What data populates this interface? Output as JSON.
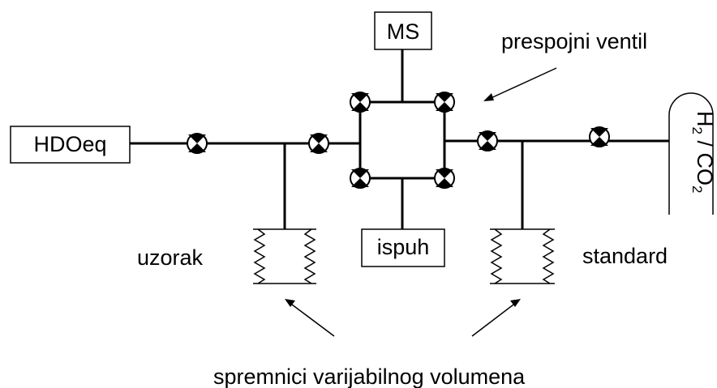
{
  "boxes": {
    "hdo": "HDOeq",
    "ms": "MS",
    "ispuh": "ispuh"
  },
  "gas": {
    "h": "H",
    "h_sub": "2",
    "sep": " / CO",
    "co_sub": "2"
  },
  "labels": {
    "prespojni": "prespojni ventil",
    "uzorak": "uzorak",
    "standard": "standard",
    "spremnici": "spremnici varijabilnog volumena"
  }
}
